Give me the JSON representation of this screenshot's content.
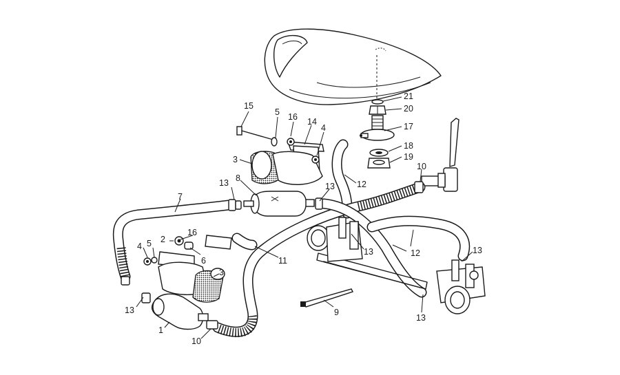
{
  "callouts": {
    "c1": "1",
    "c2": "2",
    "c3a": "3",
    "c3b": "3",
    "c4a": "4",
    "c4b": "4",
    "c5a": "5",
    "c5b": "5",
    "c6": "6",
    "c7": "7",
    "c8": "8",
    "c9": "9",
    "c10a": "10",
    "c10b": "10",
    "c11": "11",
    "c12a": "12",
    "c12b": "12",
    "c13a": "13",
    "c13b": "13",
    "c13c": "13",
    "c13d": "13",
    "c13e": "13",
    "c13f": "13",
    "c14": "14",
    "c15": "15",
    "c16a": "16",
    "c16b": "16",
    "c17": "17",
    "c18": "18",
    "c19": "19",
    "c20": "20",
    "c21": "21"
  }
}
